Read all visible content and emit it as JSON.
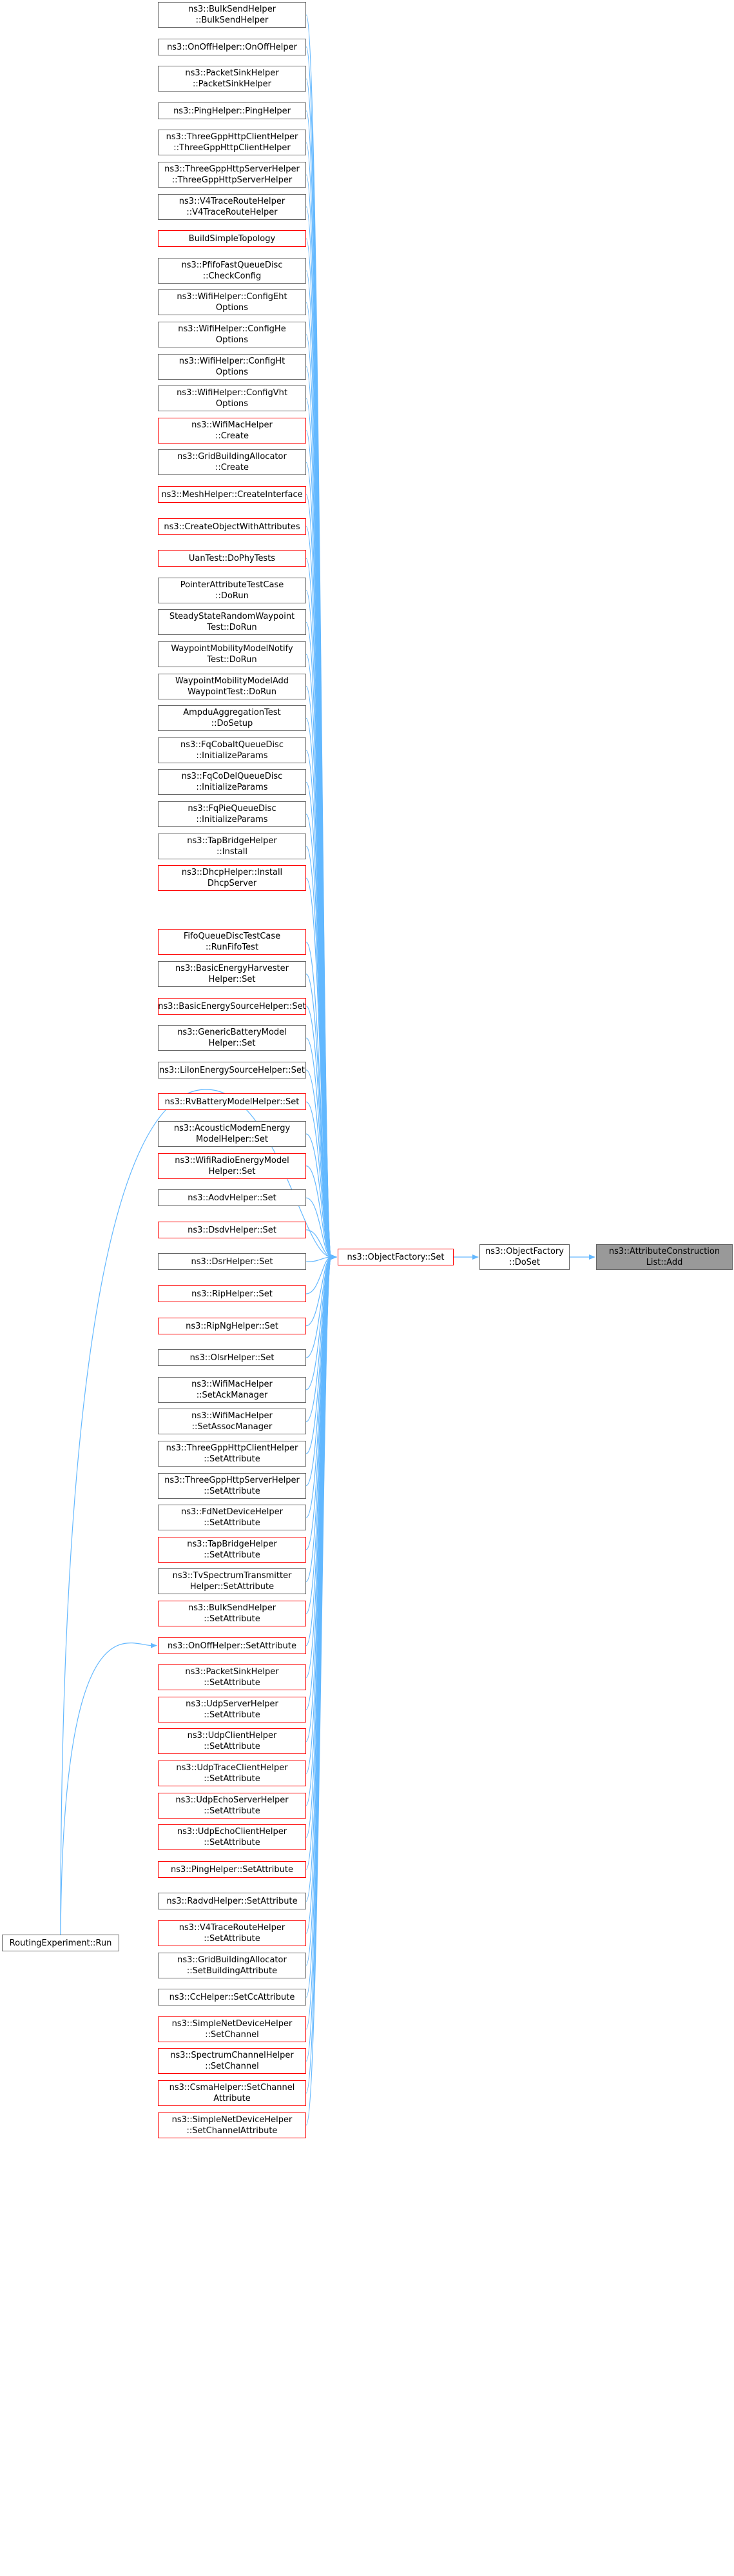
{
  "colors": {
    "edge": "#63b8ff",
    "border": "#666666",
    "red_border": "#ff0000",
    "target_fill": "#999999"
  },
  "target": {
    "lines": [
      "ns3::AttributeConstruction",
      "List::Add"
    ]
  },
  "dosetNode": {
    "lines": [
      "ns3::ObjectFactory",
      "::DoSet"
    ]
  },
  "setNode": {
    "lines": [
      "ns3::ObjectFactory::Set"
    ]
  },
  "runNode": {
    "lines": [
      "RoutingExperiment::Run"
    ]
  },
  "callers": [
    {
      "lines": [
        "ns3::BulkSendHelper",
        "::BulkSendHelper"
      ],
      "red": false
    },
    {
      "lines": [
        "ns3::OnOffHelper::OnOffHelper"
      ],
      "red": false
    },
    {
      "lines": [
        "ns3::PacketSinkHelper",
        "::PacketSinkHelper"
      ],
      "red": false
    },
    {
      "lines": [
        "ns3::PingHelper::PingHelper"
      ],
      "red": false
    },
    {
      "lines": [
        "ns3::ThreeGppHttpClientHelper",
        "::ThreeGppHttpClientHelper"
      ],
      "red": false
    },
    {
      "lines": [
        "ns3::ThreeGppHttpServerHelper",
        "::ThreeGppHttpServerHelper"
      ],
      "red": false
    },
    {
      "lines": [
        "ns3::V4TraceRouteHelper",
        "::V4TraceRouteHelper"
      ],
      "red": false
    },
    {
      "lines": [
        "BuildSimpleTopology"
      ],
      "red": true
    },
    {
      "lines": [
        "ns3::PfifoFastQueueDisc",
        "::CheckConfig"
      ],
      "red": false
    },
    {
      "lines": [
        "ns3::WifiHelper::ConfigEht",
        "Options"
      ],
      "red": false
    },
    {
      "lines": [
        "ns3::WifiHelper::ConfigHe",
        "Options"
      ],
      "red": false
    },
    {
      "lines": [
        "ns3::WifiHelper::ConfigHt",
        "Options"
      ],
      "red": false
    },
    {
      "lines": [
        "ns3::WifiHelper::ConfigVht",
        "Options"
      ],
      "red": false
    },
    {
      "lines": [
        "ns3::WifiMacHelper",
        "::Create"
      ],
      "red": true
    },
    {
      "lines": [
        "ns3::GridBuildingAllocator",
        "::Create"
      ],
      "red": false
    },
    {
      "lines": [
        "ns3::MeshHelper::CreateInterface"
      ],
      "red": true
    },
    {
      "lines": [
        "ns3::CreateObjectWithAttributes"
      ],
      "red": true
    },
    {
      "lines": [
        "UanTest::DoPhyTests"
      ],
      "red": true
    },
    {
      "lines": [
        "PointerAttributeTestCase",
        "::DoRun"
      ],
      "red": false
    },
    {
      "lines": [
        "SteadyStateRandomWaypoint",
        "Test::DoRun"
      ],
      "red": false
    },
    {
      "lines": [
        "WaypointMobilityModelNotify",
        "Test::DoRun"
      ],
      "red": false
    },
    {
      "lines": [
        "WaypointMobilityModelAdd",
        "WaypointTest::DoRun"
      ],
      "red": false
    },
    {
      "lines": [
        "AmpduAggregationTest",
        "::DoSetup"
      ],
      "red": false
    },
    {
      "lines": [
        "ns3::FqCobaltQueueDisc",
        "::InitializeParams"
      ],
      "red": false
    },
    {
      "lines": [
        "ns3::FqCoDelQueueDisc",
        "::InitializeParams"
      ],
      "red": false
    },
    {
      "lines": [
        "ns3::FqPieQueueDisc",
        "::InitializeParams"
      ],
      "red": false
    },
    {
      "lines": [
        "ns3::TapBridgeHelper",
        "::Install"
      ],
      "red": false
    },
    {
      "lines": [
        "ns3::DhcpHelper::Install",
        "DhcpServer"
      ],
      "red": true
    },
    {
      "lines": [
        "FifoQueueDiscTestCase",
        "::RunFifoTest"
      ],
      "red": true
    },
    {
      "lines": [
        "ns3::BasicEnergyHarvester",
        "Helper::Set"
      ],
      "red": false
    },
    {
      "lines": [
        "ns3::BasicEnergySourceHelper::Set"
      ],
      "red": true
    },
    {
      "lines": [
        "ns3::GenericBatteryModel",
        "Helper::Set"
      ],
      "red": false
    },
    {
      "lines": [
        "ns3::LiIonEnergySourceHelper::Set"
      ],
      "red": false
    },
    {
      "lines": [
        "ns3::RvBatteryModelHelper::Set"
      ],
      "red": true
    },
    {
      "lines": [
        "ns3::AcousticModemEnergy",
        "ModelHelper::Set"
      ],
      "red": false
    },
    {
      "lines": [
        "ns3::WifiRadioEnergyModel",
        "Helper::Set"
      ],
      "red": true
    },
    {
      "lines": [
        "ns3::AodvHelper::Set"
      ],
      "red": false
    },
    {
      "lines": [
        "ns3::DsdvHelper::Set"
      ],
      "red": true
    },
    {
      "lines": [
        "ns3::DsrHelper::Set"
      ],
      "red": false
    },
    {
      "lines": [
        "ns3::RipHelper::Set"
      ],
      "red": true
    },
    {
      "lines": [
        "ns3::RipNgHelper::Set"
      ],
      "red": true
    },
    {
      "lines": [
        "ns3::OlsrHelper::Set"
      ],
      "red": false
    },
    {
      "lines": [
        "ns3::WifiMacHelper",
        "::SetAckManager"
      ],
      "red": false
    },
    {
      "lines": [
        "ns3::WifiMacHelper",
        "::SetAssocManager"
      ],
      "red": false
    },
    {
      "lines": [
        "ns3::ThreeGppHttpClientHelper",
        "::SetAttribute"
      ],
      "red": false
    },
    {
      "lines": [
        "ns3::ThreeGppHttpServerHelper",
        "::SetAttribute"
      ],
      "red": false
    },
    {
      "lines": [
        "ns3::FdNetDeviceHelper",
        "::SetAttribute"
      ],
      "red": false
    },
    {
      "lines": [
        "ns3::TapBridgeHelper",
        "::SetAttribute"
      ],
      "red": true
    },
    {
      "lines": [
        "ns3::TvSpectrumTransmitter",
        "Helper::SetAttribute"
      ],
      "red": false
    },
    {
      "lines": [
        "ns3::BulkSendHelper",
        "::SetAttribute"
      ],
      "red": true
    },
    {
      "lines": [
        "ns3::OnOffHelper::SetAttribute"
      ],
      "red": true
    },
    {
      "lines": [
        "ns3::PacketSinkHelper",
        "::SetAttribute"
      ],
      "red": true
    },
    {
      "lines": [
        "ns3::UdpServerHelper",
        "::SetAttribute"
      ],
      "red": true
    },
    {
      "lines": [
        "ns3::UdpClientHelper",
        "::SetAttribute"
      ],
      "red": true
    },
    {
      "lines": [
        "ns3::UdpTraceClientHelper",
        "::SetAttribute"
      ],
      "red": true
    },
    {
      "lines": [
        "ns3::UdpEchoServerHelper",
        "::SetAttribute"
      ],
      "red": true
    },
    {
      "lines": [
        "ns3::UdpEchoClientHelper",
        "::SetAttribute"
      ],
      "red": true
    },
    {
      "lines": [
        "ns3::PingHelper::SetAttribute"
      ],
      "red": true
    },
    {
      "lines": [
        "ns3::RadvdHelper::SetAttribute"
      ],
      "red": false
    },
    {
      "lines": [
        "ns3::V4TraceRouteHelper",
        "::SetAttribute"
      ],
      "red": true
    },
    {
      "lines": [
        "ns3::GridBuildingAllocator",
        "::SetBuildingAttribute"
      ],
      "red": false
    },
    {
      "lines": [
        "ns3::CcHelper::SetCcAttribute"
      ],
      "red": false
    },
    {
      "lines": [
        "ns3::SimpleNetDeviceHelper",
        "::SetChannel"
      ],
      "red": true
    },
    {
      "lines": [
        "ns3::SpectrumChannelHelper",
        "::SetChannel"
      ],
      "red": true
    },
    {
      "lines": [
        "ns3::CsmaHelper::SetChannel",
        "Attribute"
      ],
      "red": true
    },
    {
      "lines": [
        "ns3::SimpleNetDeviceHelper",
        "::SetChannelAttribute"
      ],
      "red": true
    }
  ]
}
